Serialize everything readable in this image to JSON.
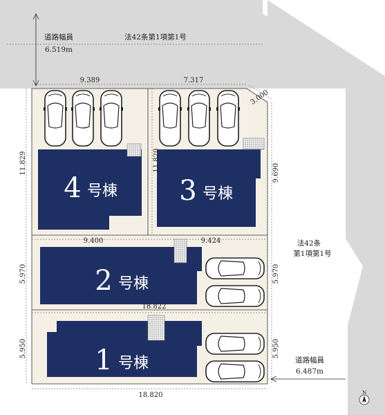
{
  "roads": {
    "north_top": "道路幅員",
    "north_width": "6.519m",
    "north_law": "法42条第1項第1号",
    "east_law_line1": "法42条",
    "east_law_line2": "第1項第1号",
    "east_top": "道路幅員",
    "east_width": "6.487m"
  },
  "buildings": [
    {
      "number": "4",
      "suffix": "号棟"
    },
    {
      "number": "3",
      "suffix": "号棟"
    },
    {
      "number": "2",
      "suffix": "号棟"
    },
    {
      "number": "1",
      "suffix": "号棟"
    }
  ],
  "dimensions": {
    "lot4_top": "9.389",
    "lot4_left": "11.829",
    "lot3_top": "7.317",
    "lot3_corner": "3.000",
    "lot3_left": "11.820",
    "lot3_right": "9.690",
    "lot2_top_left": "9.400",
    "lot2_top_right": "9.424",
    "lot2_left": "5.970",
    "lot2_right": "5.970",
    "lot2_bottom": "18.822",
    "lot1_left": "5.950",
    "lot1_right": "5.950",
    "lot1_bottom": "18.820"
  },
  "compass": "N",
  "colors": {
    "building": "#1e2f63",
    "lot": "#f4f0e6",
    "road": "#d9d9d9"
  }
}
